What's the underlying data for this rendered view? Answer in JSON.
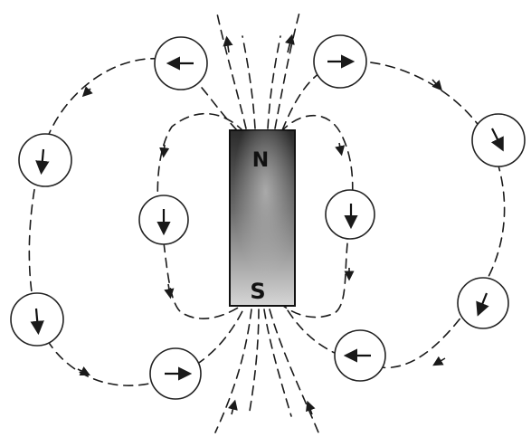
{
  "magnet": {
    "north_label": "N",
    "south_label": "S",
    "colors": {
      "dark": "#2b2b2b",
      "mid": "#6a6a6a",
      "light": "#d6d6d6"
    }
  },
  "field_lines": {
    "color": "#1a1a1a",
    "style": "dashed",
    "loops": [
      "outer-left",
      "inner-left",
      "inner-right",
      "outer-right"
    ],
    "open_lines": [
      "top-left",
      "top-right",
      "bottom-left",
      "bottom-right"
    ]
  },
  "compasses": [
    {
      "id": "top-left",
      "needle": "left-arrow"
    },
    {
      "id": "top-right",
      "needle": "right-arrow"
    },
    {
      "id": "outer-left-upper",
      "needle": "down-arrow"
    },
    {
      "id": "outer-left-lower",
      "needle": "down-arrow"
    },
    {
      "id": "inner-left",
      "needle": "down-arrow"
    },
    {
      "id": "inner-right",
      "needle": "down-arrow"
    },
    {
      "id": "outer-right-upper",
      "needle": "down-right-arrow"
    },
    {
      "id": "outer-right-lower",
      "needle": "down-left-arrow"
    },
    {
      "id": "bottom-left",
      "needle": "right-arrow"
    },
    {
      "id": "bottom-right",
      "needle": "left-arrow"
    }
  ]
}
